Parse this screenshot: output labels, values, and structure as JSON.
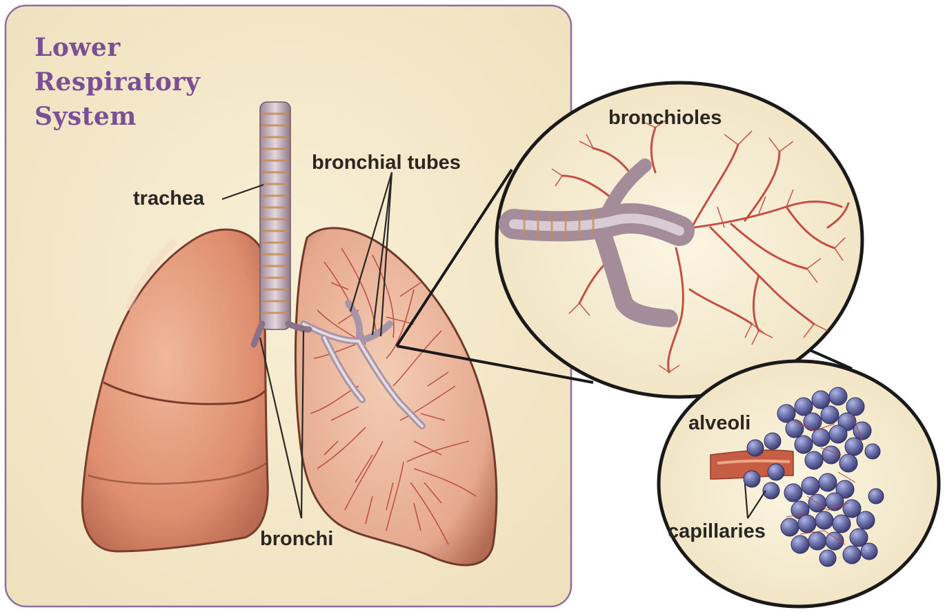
{
  "title": {
    "line1": "Lower",
    "line2": "Respiratory",
    "line3": "System"
  },
  "labels": {
    "trachea": "trachea",
    "bronchial_tubes": "bronchial tubes",
    "bronchi": "bronchi",
    "bronchioles": "bronchioles",
    "alveoli": "alveoli",
    "capillaries": "capillaries"
  },
  "colors": {
    "title": "#7a4f95",
    "label_text": "#2b2621",
    "panel_background": "#f4e8c8",
    "panel_border": "#8a6fa2",
    "lung": "#e59a7c",
    "vessels": "#b9413a",
    "alveoli": "#5a5f96"
  }
}
